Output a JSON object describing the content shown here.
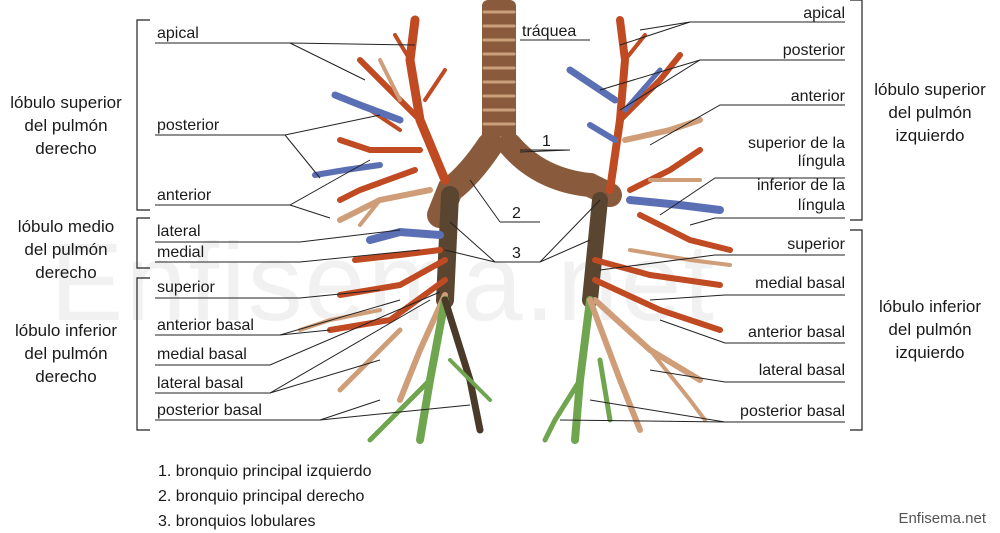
{
  "colors": {
    "trachea": "#8a5a3c",
    "apical": "#c04a22",
    "posterior": "#5b6fb5",
    "anterior": "#cf9e78",
    "basal_green": "#6fa54f",
    "dark": "#4a3a2a",
    "line": "#222222"
  },
  "labels": {
    "trachea": "tráquea",
    "n1": "1",
    "n2": "2",
    "n3": "3",
    "right_upper_lobe": [
      "lóbulo superior",
      "del pulmón",
      "derecho"
    ],
    "right_middle_lobe": [
      "lóbulo medio",
      "del pulmón",
      "derecho"
    ],
    "right_lower_lobe": [
      "lóbulo inferior",
      "del pulmón",
      "derecho"
    ],
    "left_upper_lobe": [
      "lóbulo superior",
      "del pulmón",
      "izquierdo"
    ],
    "left_lower_lobe": [
      "lóbulo inferior",
      "del pulmón",
      "izquierdo"
    ],
    "r_apical": "apical",
    "r_posterior": "posterior",
    "r_anterior": "anterior",
    "r_lateral": "lateral",
    "r_medial": "medial",
    "r_superior": "superior",
    "r_anterior_basal": "anterior basal",
    "r_medial_basal": "medial basal",
    "r_lateral_basal": "lateral basal",
    "r_posterior_basal": "posterior basal",
    "l_apical": "apical",
    "l_posterior": "posterior",
    "l_anterior": "anterior",
    "l_sup_lingula": [
      "superior de la",
      "língula"
    ],
    "l_inf_lingula": [
      "inferior de la",
      "língula"
    ],
    "l_superior": "superior",
    "l_medial_basal": "medial basal",
    "l_anterior_basal": "anterior basal",
    "l_lateral_basal": "lateral basal",
    "l_posterior_basal": "posterior basal"
  },
  "legend": [
    "1. bronquio principal izquierdo",
    "2. bronquio principal derecho",
    "3. bronquios lobulares"
  ],
  "watermark": "Enfisema.net",
  "credit": "Enfisema.net"
}
